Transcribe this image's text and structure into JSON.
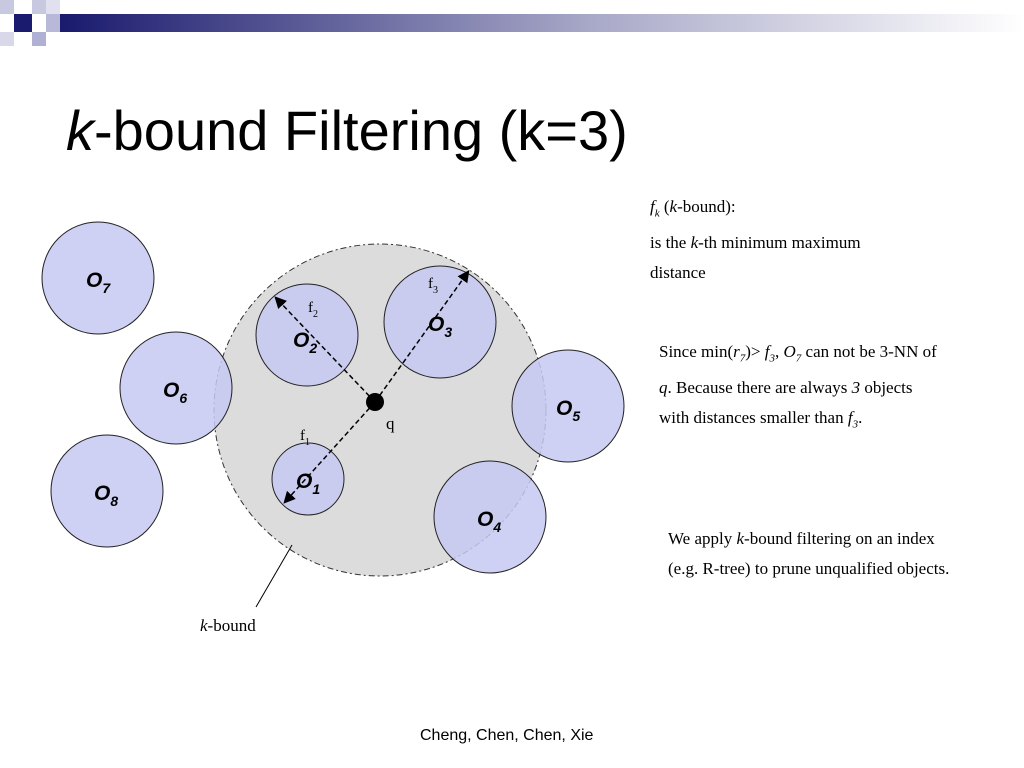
{
  "title": {
    "italic": "k",
    "rest": "-bound Filtering (k=3)"
  },
  "diagram": {
    "objects": [
      {
        "id": "O7",
        "letter": "O",
        "sub": "7"
      },
      {
        "id": "O6",
        "letter": "O",
        "sub": "6"
      },
      {
        "id": "O8",
        "letter": "O",
        "sub": "8"
      },
      {
        "id": "O2",
        "letter": "O",
        "sub": "2"
      },
      {
        "id": "O3",
        "letter": "O",
        "sub": "3"
      },
      {
        "id": "O5",
        "letter": "O",
        "sub": "5"
      },
      {
        "id": "O1",
        "letter": "O",
        "sub": "1"
      },
      {
        "id": "O4",
        "letter": "O",
        "sub": "4"
      }
    ],
    "query_label": "q",
    "distance_labels": [
      {
        "letter": "f",
        "sub": "1"
      },
      {
        "letter": "f",
        "sub": "2"
      },
      {
        "letter": "f",
        "sub": "3"
      }
    ],
    "kbound_label": {
      "italic": "k",
      "rest": "-bound"
    }
  },
  "notes": {
    "definition": {
      "fk_letter": "f",
      "fk_sub": "k",
      "paren_open": " (",
      "k_italic": "k",
      "after_k": "-bound):",
      "line2_pre": "is the ",
      "line2_k": "k",
      "line2_post": "-th minimum maximum",
      "line3": "distance"
    },
    "since": {
      "p1": "Since min(",
      "r7_letter": "r",
      "r7_sub": "7",
      "p2": ")> ",
      "f3_letter": "f",
      "f3_sub": "3",
      "p3": ", ",
      "o7_letter": "O",
      "o7_sub": "7",
      "p4": " can not be 3-NN of",
      "q_italic": "q",
      "p5": ". Because there are always ",
      "three_italic": "3",
      "p6": " objects",
      "p7": "with distances smaller than ",
      "f3b_letter": "f",
      "f3b_sub": "3",
      "p8": "."
    },
    "apply": {
      "p1": "We apply ",
      "k_italic": "k",
      "p2": "-bound filtering on an index",
      "line2": "(e.g. R-tree) to prune unqualified objects."
    }
  },
  "footer": "Cheng, Chen, Chen, Xie",
  "colors": {
    "object_fill": "#c5c8f2",
    "region_fill": "#dcdcdc",
    "banner_dark": "#1a1a6e"
  }
}
